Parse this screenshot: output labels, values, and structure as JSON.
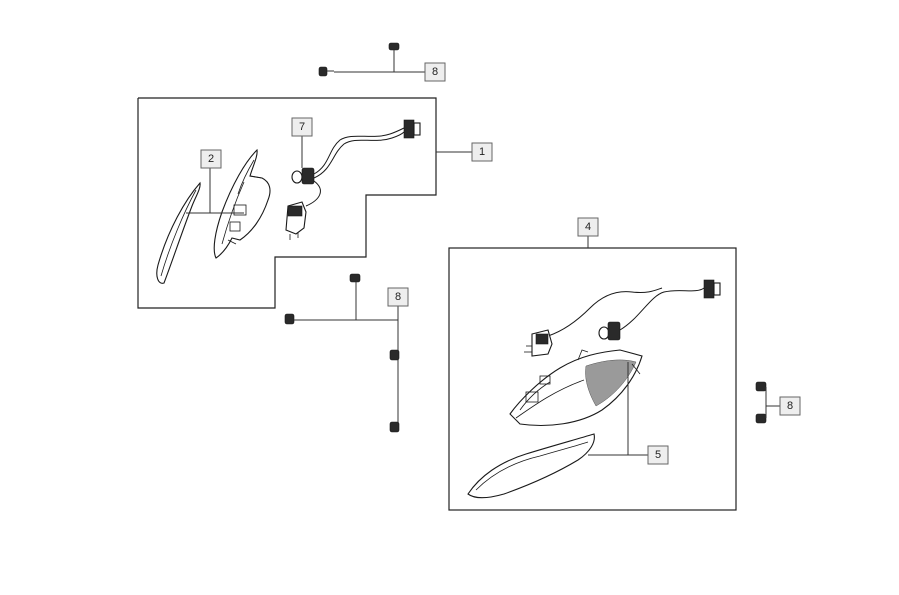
{
  "callouts": {
    "c1": "1",
    "c2": "2",
    "c4": "4",
    "c5": "5",
    "c7": "7",
    "c8_top": "8",
    "c8_mid": "8",
    "c8_right": "8"
  }
}
